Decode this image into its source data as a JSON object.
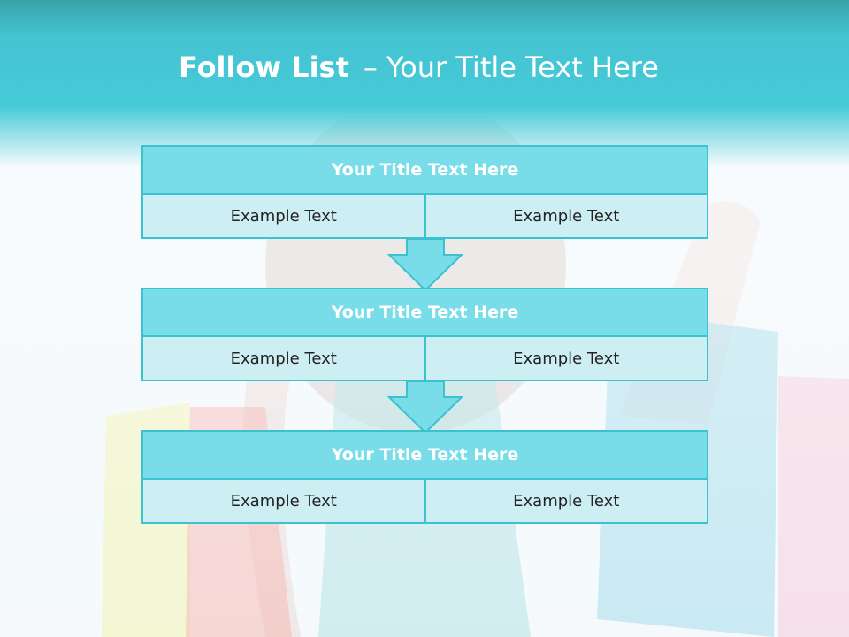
{
  "slide": {
    "title_bold": "Follow List",
    "title_dash": "–",
    "title_rest": "Your Title Text Here"
  },
  "blocks": [
    {
      "title": "Your Title Text Here",
      "left": "Example Text",
      "right": "Example Text"
    },
    {
      "title": "Your Title Text Here",
      "left": "Example Text",
      "right": "Example Text"
    },
    {
      "title": "Your Title Text Here",
      "left": "Example Text",
      "right": "Example Text"
    }
  ],
  "colors": {
    "header": "#47cad8",
    "block_title_fill": "#78dde8",
    "cell_fill": "#cdeff4",
    "border": "#3cc1cf"
  }
}
